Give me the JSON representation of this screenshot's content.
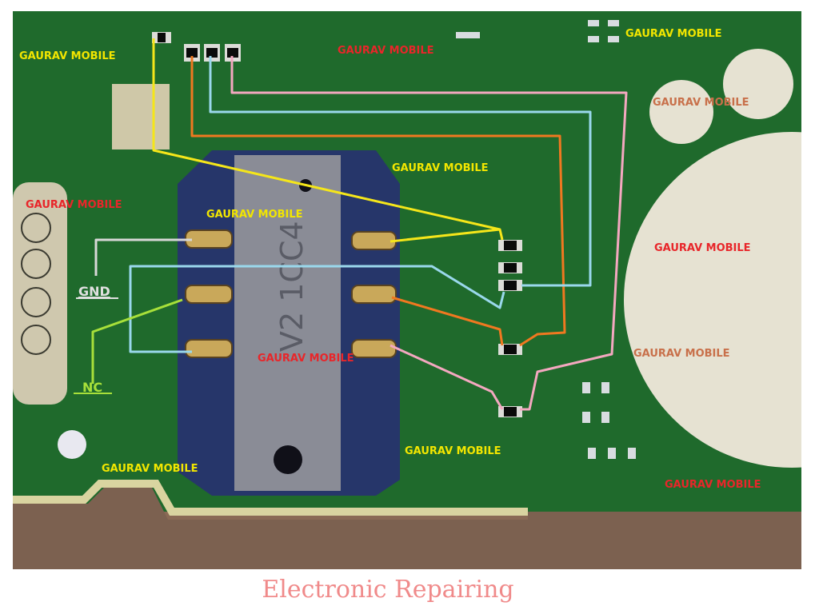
{
  "watermark_text": "GAURAV  MOBILE",
  "watermarks": [
    {
      "text": "GAURAV  MOBILE",
      "color": "#f2e600"
    },
    {
      "text": "GAURAV  MOBILE",
      "color": "#e8262a"
    },
    {
      "text": "GAURAV  MOBILE",
      "color": "#f2e600"
    },
    {
      "text": "GAURAV  MOBILE",
      "color": "#c8704a"
    },
    {
      "text": "GAURAV  MOBILE",
      "color": "#f2e600"
    },
    {
      "text": "GAURAV  MOBILE",
      "color": "#e8262a"
    },
    {
      "text": "GAURAV  MOBILE",
      "color": "#f2e600"
    },
    {
      "text": "GAURAV  MOBILE",
      "color": "#e8262a"
    },
    {
      "text": "GAURAV  MOBILE",
      "color": "#e8262a"
    },
    {
      "text": "GAURAV  MOBILE",
      "color": "#c8704a"
    },
    {
      "text": "GAURAV  MOBILE",
      "color": "#f2e600"
    },
    {
      "text": "GAURAV  MOBILE",
      "color": "#f2e600"
    },
    {
      "text": "GAURAV  MOBILE",
      "color": "#e8262a"
    }
  ],
  "labels": {
    "gnd": "GND",
    "nc": "NC"
  },
  "sim_tray_marking": "V2  1CC4",
  "wire_colors": {
    "yellow": "#f5e61a",
    "orange": "#f07820",
    "cyan": "#9ad8ec",
    "pink": "#f4a8c0",
    "gnd": "#d8d8d8",
    "nc": "#a8e03a"
  },
  "caption": "Electronic Repairing",
  "caption_color": "#f08a8a"
}
